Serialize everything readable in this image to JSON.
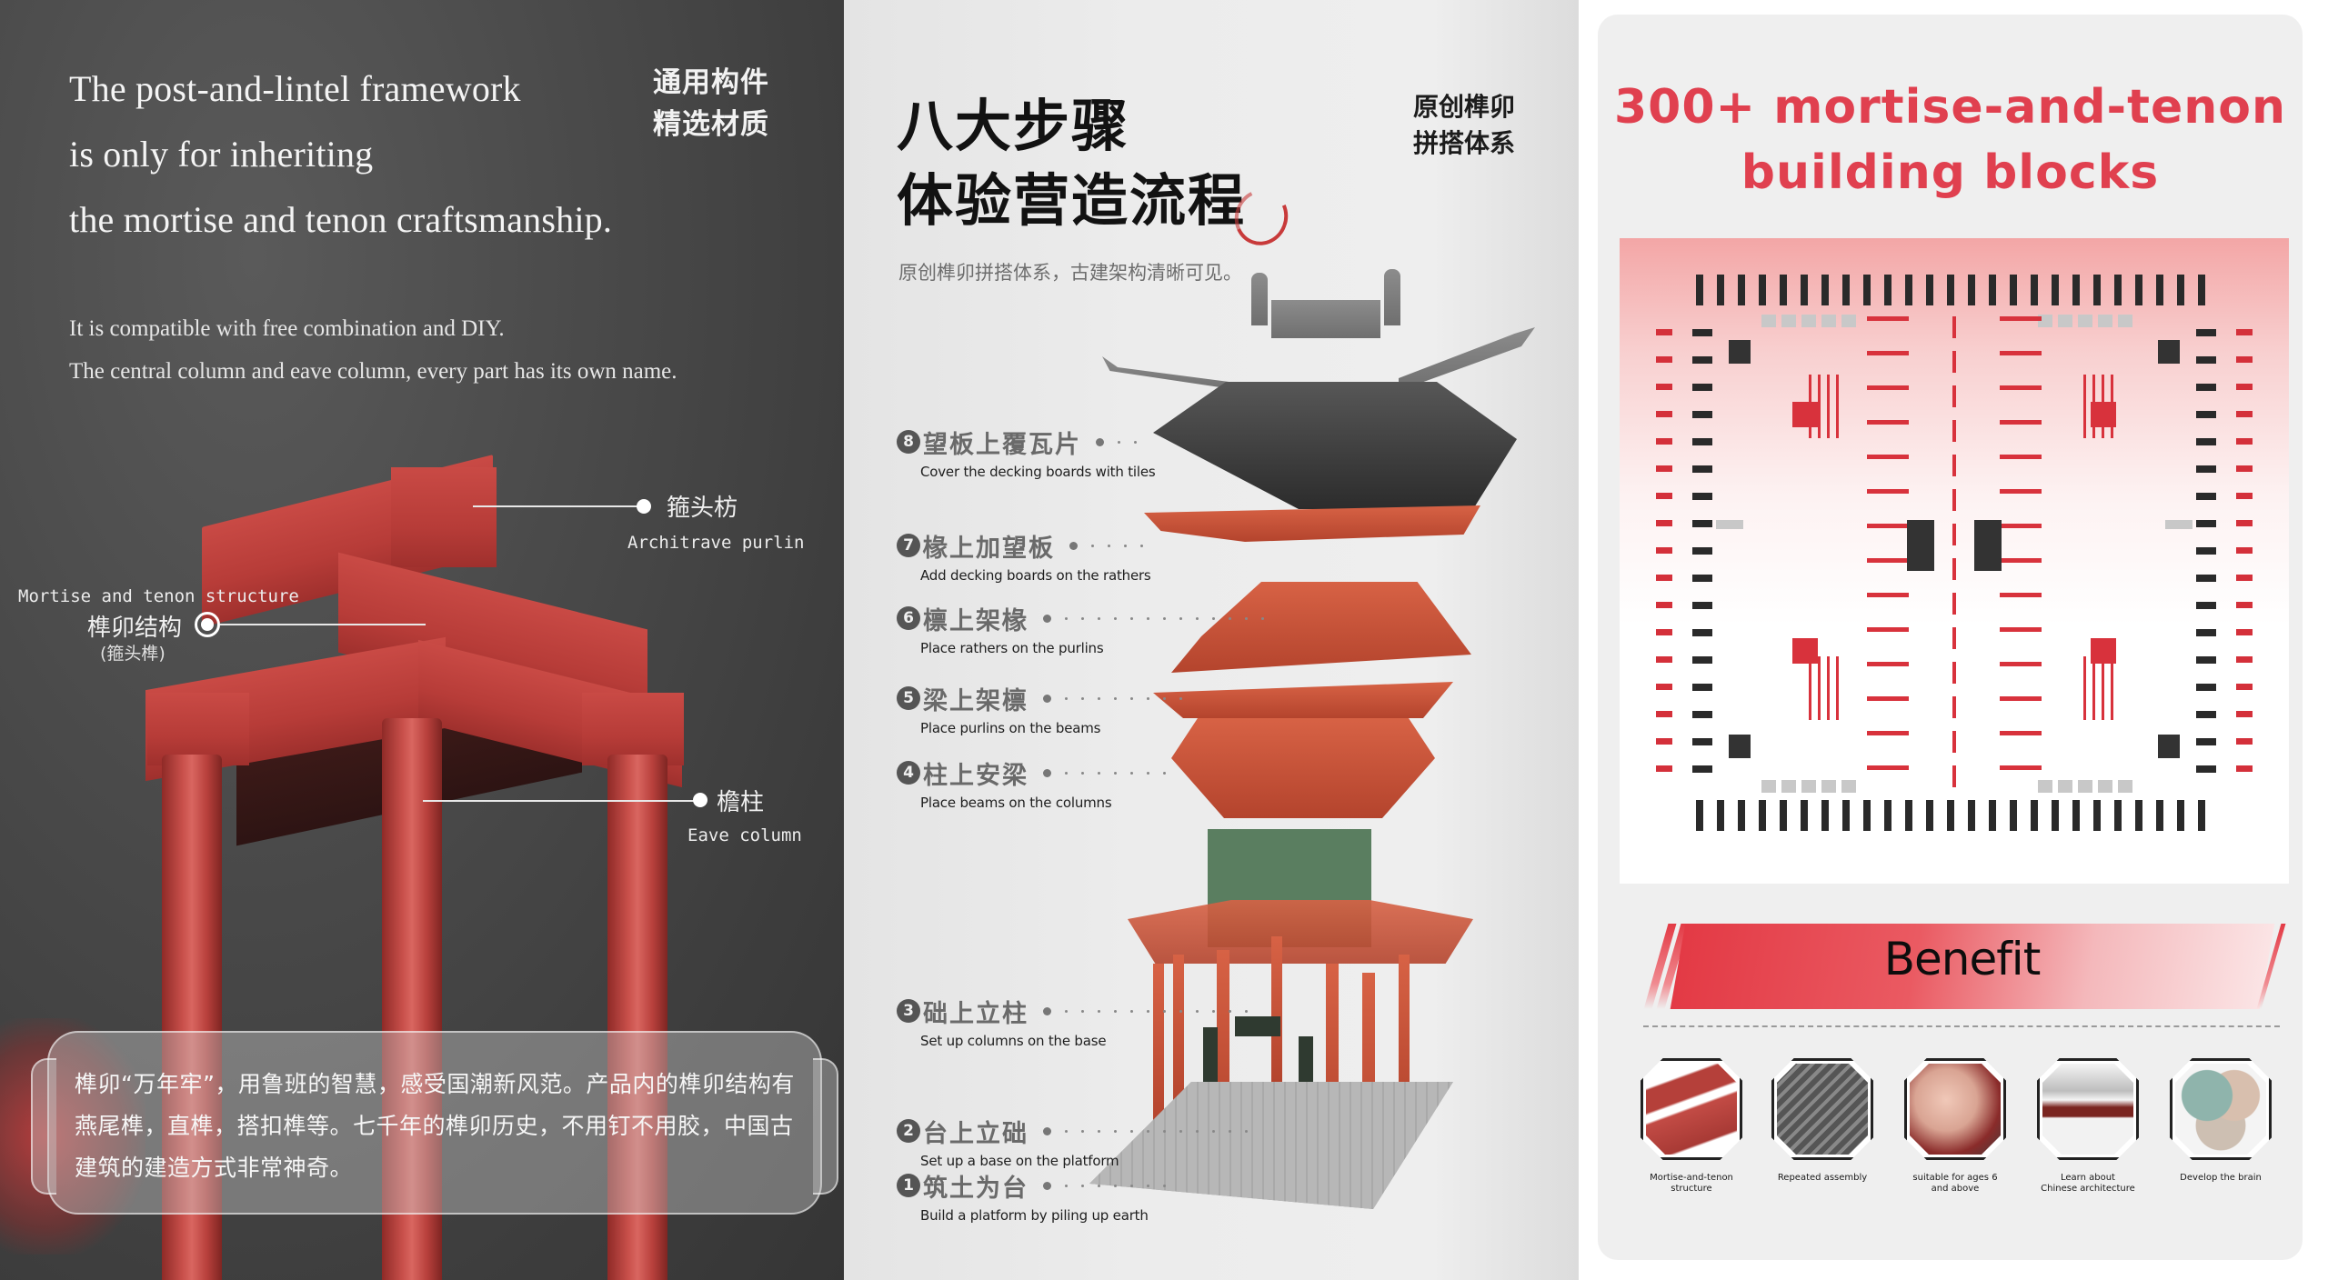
{
  "left_panel": {
    "headline": [
      "The post-and-lintel framework",
      "is only for inheriting",
      "the mortise and tenon craftsmanship."
    ],
    "cn_tag": [
      "通用构件",
      "精选材质"
    ],
    "subtext": [
      "It is compatible with free combination and DIY.",
      "The central column and eave column, every part has its own name."
    ],
    "callouts": {
      "architrave": {
        "cn": "箍头枋",
        "en": "Architrave purlin"
      },
      "mortise": {
        "en": "Mortise and tenon structure",
        "cn": "榫卯结构",
        "note": "(箍头榫)"
      },
      "eave_column": {
        "cn": "檐柱",
        "en": "Eave column"
      }
    },
    "note": "榫卯“万年牢”，用鲁班的智慧，感受国潮新风范。产品内的榫卯结构有燕尾榫，直榫，搭扣榫等。七千年的榫卯历史，不用钉不用胶，中国古建筑的建造方式非常神奇。"
  },
  "middle_panel": {
    "title": [
      "八大步骤",
      "体验营造流程"
    ],
    "tag": [
      "原创榫卯",
      "拼搭体系"
    ],
    "subtitle": "原创榫卯拼搭体系，古建架构清晰可见。",
    "steps": [
      {
        "num": "8",
        "cn": "望板上覆瓦片",
        "en": "Cover the decking boards with tiles"
      },
      {
        "num": "7",
        "cn": "椽上加望板",
        "en": "Add decking boards on the rathers"
      },
      {
        "num": "6",
        "cn": "檩上架椽",
        "en": "Place rathers on the purlins"
      },
      {
        "num": "5",
        "cn": "梁上架檩",
        "en": "Place purlins on the beams"
      },
      {
        "num": "4",
        "cn": "柱上安梁",
        "en": "Place beams on the columns"
      },
      {
        "num": "3",
        "cn": "础上立柱",
        "en": "Set up columns on the base"
      },
      {
        "num": "2",
        "cn": "台上立础",
        "en": "Set up a base on the platform"
      },
      {
        "num": "1",
        "cn": "筑土为台",
        "en": "Build a platform by piling up earth"
      }
    ]
  },
  "right_panel": {
    "title": [
      "300+ mortise-and-tenon",
      "building blocks"
    ],
    "benefit_heading": "Benefit",
    "benefits": [
      {
        "label": [
          "Mortise-and-tenon",
          "structure"
        ],
        "icon": "joint-icon"
      },
      {
        "label": [
          "Repeated assembly"
        ],
        "icon": "assembly-icon"
      },
      {
        "label": [
          "suitable for ages 6",
          "and above"
        ],
        "icon": "hands-icon"
      },
      {
        "label": [
          "Learn about",
          "Chinese architecture"
        ],
        "icon": "pavilion-icon"
      },
      {
        "label": [
          "Develop the brain"
        ],
        "icon": "brain-icon"
      }
    ]
  },
  "colors": {
    "accent_red": "#e0404f",
    "lacquer_red": "#c0423d",
    "dark_bg": "#444444",
    "light_bg": "#ececec"
  }
}
